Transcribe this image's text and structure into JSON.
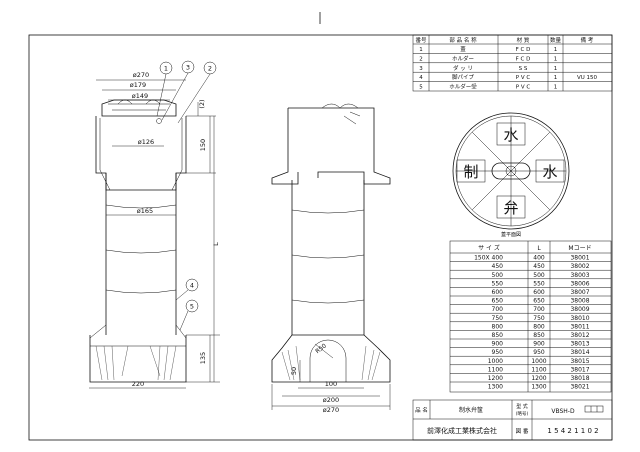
{
  "parts_table": {
    "headers": [
      "番号",
      "部 品 名 称",
      "材 質",
      "数量",
      "備 考"
    ],
    "rows": [
      [
        "1",
        "蓋",
        "F C D",
        "1",
        ""
      ],
      [
        "2",
        "ホルダー",
        "F C D",
        "1",
        ""
      ],
      [
        "3",
        "ダ ッ リ",
        "S S",
        "1",
        ""
      ],
      [
        "4",
        "脚パイプ",
        "P V C",
        "1",
        "VU 150"
      ],
      [
        "5",
        "ホルダー受",
        "P V C",
        "1",
        ""
      ]
    ]
  },
  "lid": {
    "chars": [
      "水",
      "制",
      "水",
      "弁"
    ],
    "caption": "蓋平面図"
  },
  "size_table": {
    "headers": [
      "サ イ ズ",
      "L",
      "Mコード"
    ],
    "rows": [
      [
        "150X 400",
        "400",
        "38001"
      ],
      [
        "450",
        "450",
        "38002"
      ],
      [
        "500",
        "500",
        "38003"
      ],
      [
        "550",
        "550",
        "38006"
      ],
      [
        "600",
        "600",
        "38007"
      ],
      [
        "650",
        "650",
        "38008"
      ],
      [
        "700",
        "700",
        "38009"
      ],
      [
        "750",
        "750",
        "38010"
      ],
      [
        "800",
        "800",
        "38011"
      ],
      [
        "850",
        "850",
        "38012"
      ],
      [
        "900",
        "900",
        "38013"
      ],
      [
        "950",
        "950",
        "38014"
      ],
      [
        "1000",
        "1000",
        "38015"
      ],
      [
        "1100",
        "1100",
        "38017"
      ],
      [
        "1200",
        "1200",
        "38018"
      ],
      [
        "1300",
        "1300",
        "38021"
      ]
    ]
  },
  "title_block": {
    "name_label": "品 名",
    "name_value": "制水弁筺",
    "type_label": "型 式",
    "type_sub": "(略号)",
    "type_value": "VBSH-D",
    "company": "前澤化成工業株式会社",
    "drawing_no_label": "図 番",
    "drawing_no": "15421102"
  },
  "dimensions": {
    "left_view": [
      "ø270",
      "ø179",
      "ø149",
      "ø126",
      "ø165",
      "(2)",
      "150",
      "L",
      "135",
      "220"
    ],
    "right_view": [
      "R50",
      "50",
      "100",
      "ø200",
      "ø270"
    ]
  },
  "callouts": [
    "1",
    "3",
    "2",
    "4",
    "5"
  ]
}
